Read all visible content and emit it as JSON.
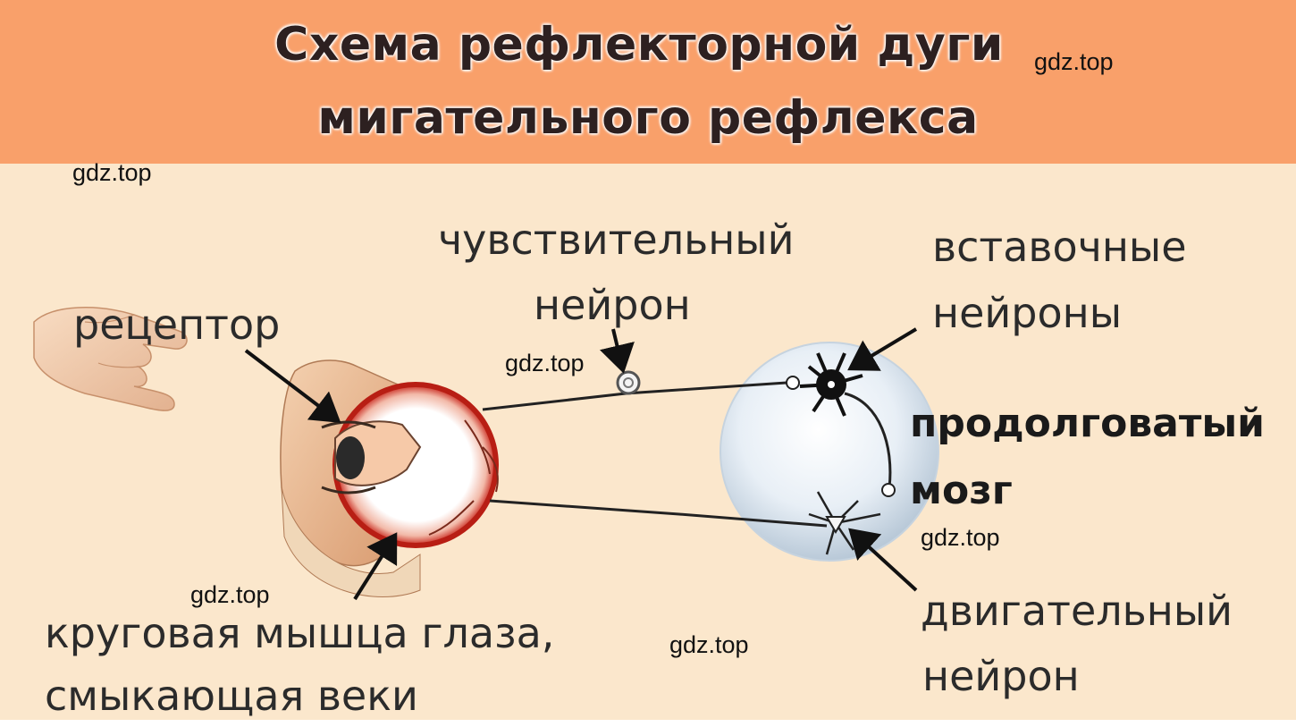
{
  "title": {
    "line1": "Схема рефлекторной дуги",
    "line2": "мигательного рефлекса"
  },
  "labels": {
    "receptor": "рецептор",
    "sensory_neuron_line1": "чувствительный",
    "sensory_neuron_line2": "нейрон",
    "interneurons_line1": "вставочные",
    "interneurons_line2": "нейроны",
    "medulla_line1": "продолговатый",
    "medulla_line2": "мозг",
    "motor_neuron_line1": "двигательный",
    "motor_neuron_line2": "нейрон",
    "muscle_line1": "круговая мышца глаза,",
    "muscle_line2": "смыкающая веки"
  },
  "watermark": "gdz.top",
  "colors": {
    "header_bg": "#f9a06a",
    "content_bg": "#fbe7cc",
    "eyeball_red": "#c8241a",
    "brain_fill": "#dfe9f2"
  }
}
